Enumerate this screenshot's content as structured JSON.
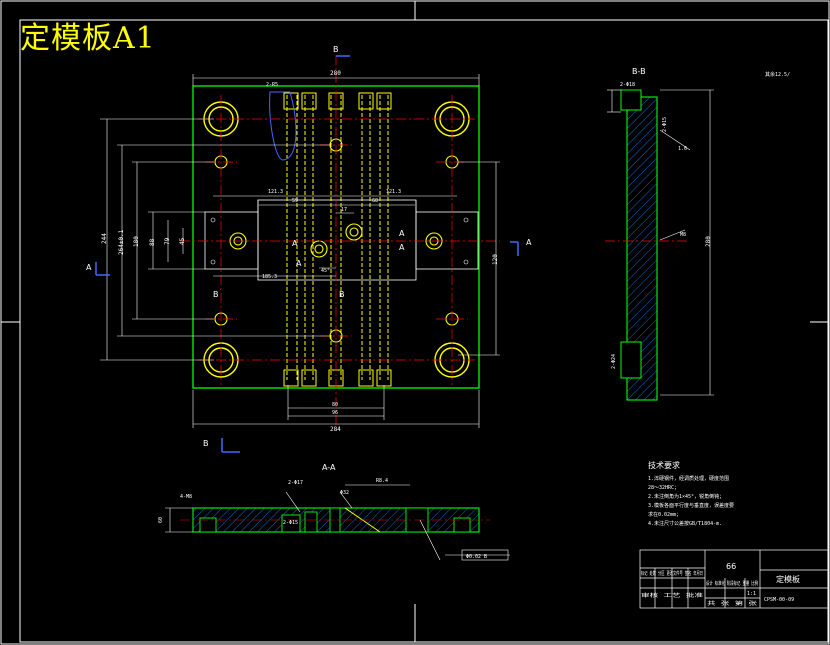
{
  "drawing": {
    "title": "定模板A1",
    "section_b_label": "B-B",
    "section_a_label": "A-A",
    "roughness_note": "其余12.5/",
    "view_marks": {
      "b_top": "B",
      "b_bottom": "B",
      "a_left": "A",
      "a_right": "A",
      "a_inner1": "A",
      "a_inner2": "A",
      "a_inner3": "A",
      "a_inner4": "A",
      "b_mid1": "B",
      "b_mid2": "B"
    },
    "main_dims": {
      "top_width": "280",
      "bottom_width": "284",
      "dim_244": "244",
      "dim_264": "264±0.1",
      "dim_180": "180",
      "dim_88": "88",
      "dim_79": "79",
      "dim_45": "45",
      "dim_121_left": "121.3",
      "dim_121_right": "121.3",
      "dim_59": "59",
      "dim_60": "60",
      "dim_17": "17",
      "dim_185": "185.3",
      "dim_120": "120",
      "dim_80": "80",
      "dim_86": "96",
      "dim_rs": "2-R5",
      "dim_small": "45°"
    },
    "section_dims": {
      "d1": "2-Φ18",
      "d2": "280",
      "d3": "1.6",
      "d4": "2-Φ15",
      "d5": "2-Φ24",
      "d6": "M8",
      "a1": "4-M8",
      "a2": "2-Φ17",
      "a3": "Φ32",
      "a4": "R8.4",
      "a5": "2-Φ15",
      "a6": "60",
      "a7": "Φ0.02 B"
    },
    "tech_requirements": {
      "heading": "技术要求",
      "items": [
        "1.淬硬钢件，经调质处理，硬度范围",
        "28～32HRC；",
        "2.未注倒角为1×45°，锐角倒钝；",
        "3.模板各面平行度与垂直度，误差度要",
        "求在0.02mm；",
        "4.未注尺寸公差按GB/T1804-m."
      ]
    },
    "title_block": {
      "scale_hint": "66",
      "part_name": "定模板",
      "drawing_no": "CPSM-00-09",
      "row1": "标记 处数 分区 更改文件号 签名 年月日",
      "row2": "设计 标准化 阶段标记 重量 比例",
      "row3": "审核 工艺 批准",
      "sheet": "共 张 第 张",
      "ratio": "1:1"
    }
  }
}
